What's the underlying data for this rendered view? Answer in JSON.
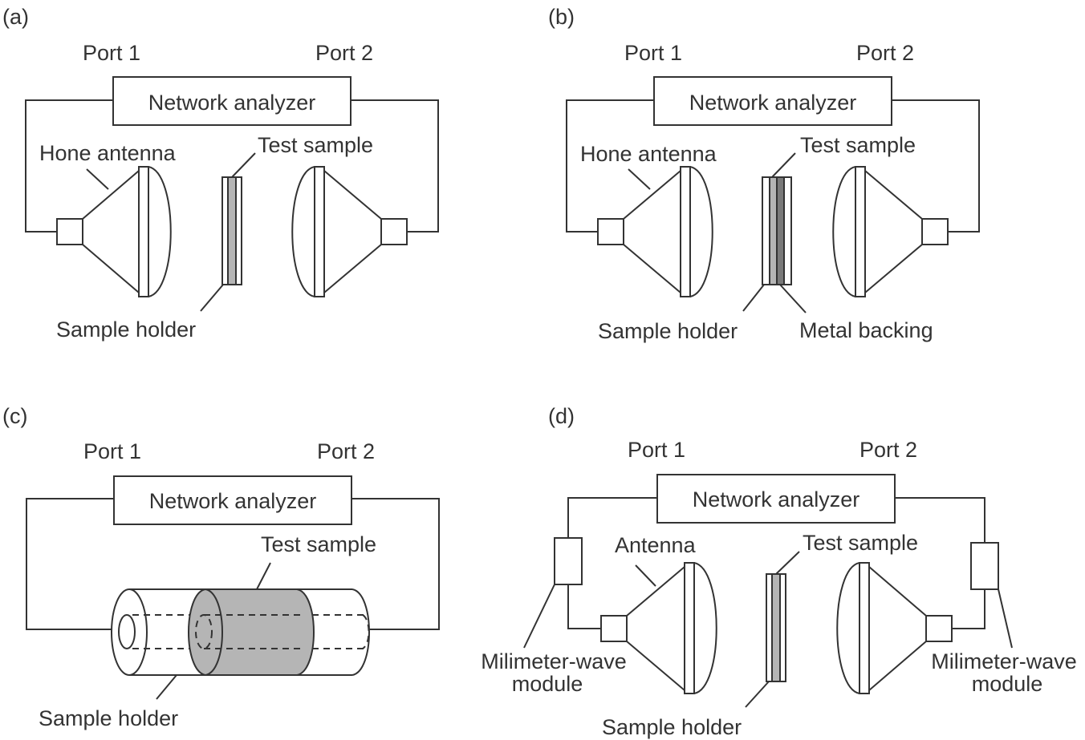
{
  "colors": {
    "ink": "#333333",
    "sample_fill": "#b5b5b5",
    "metal_fill": "#7a7a7a",
    "background": "#ffffff"
  },
  "panels": {
    "a": {
      "tag": "(a)",
      "port1": "Port 1",
      "port2": "Port 2",
      "analyzer": "Network analyzer",
      "antenna": "Hone antenna",
      "sample": "Test sample",
      "holder": "Sample holder"
    },
    "b": {
      "tag": "(b)",
      "port1": "Port 1",
      "port2": "Port 2",
      "analyzer": "Network analyzer",
      "antenna": "Hone antenna",
      "sample": "Test sample",
      "holder": "Sample holder",
      "metal": "Metal backing"
    },
    "c": {
      "tag": "(c)",
      "port1": "Port 1",
      "port2": "Port 2",
      "analyzer": "Network analyzer",
      "sample": "Test sample",
      "holder": "Sample holder"
    },
    "d": {
      "tag": "(d)",
      "port1": "Port 1",
      "port2": "Port 2",
      "analyzer": "Network analyzer",
      "antenna": "Antenna",
      "sample": "Test sample",
      "holder": "Sample holder",
      "module_left_1": "Milimeter-wave",
      "module_left_2": "module",
      "module_right_1": "Milimeter-wave",
      "module_right_2": "module"
    }
  }
}
